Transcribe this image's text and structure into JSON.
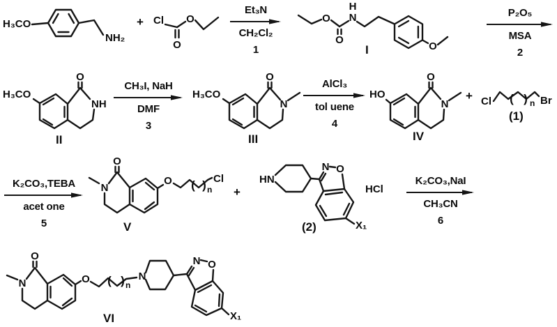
{
  "atoms": {
    "h3co": "H₃CO",
    "nh2": "NH₂",
    "cl": "Cl",
    "br": "Br",
    "o": "O",
    "n": "N",
    "h": "H",
    "nh": "NH",
    "ho": "HO",
    "hn": "HN",
    "hcl": "HCl",
    "x1": "X₁",
    "nsub": "n",
    "lp": "(",
    "rp": ")"
  },
  "plus": "+",
  "steps": [
    {
      "above": "Et₃N",
      "below": "CH₂Cl₂",
      "num": "1"
    },
    {
      "above": "P₂O₅",
      "below": "MSA",
      "num": "2"
    },
    {
      "above": "CH₃I, NaH",
      "below": "DMF",
      "num": "3"
    },
    {
      "above": "AlCl₃",
      "below": "tol uene",
      "num": "4"
    },
    {
      "above": "K₂CO₃,TEBA",
      "below": "acet one",
      "num": "5"
    },
    {
      "above": "K₂CO₃,NaI",
      "below": "CH₃CN",
      "num": "6"
    }
  ],
  "compounds": {
    "I": "I",
    "II": "II",
    "III": "III",
    "IV": "IV",
    "V": "V",
    "VI": "VI",
    "r1": "(1)",
    "r2": "(2)"
  }
}
